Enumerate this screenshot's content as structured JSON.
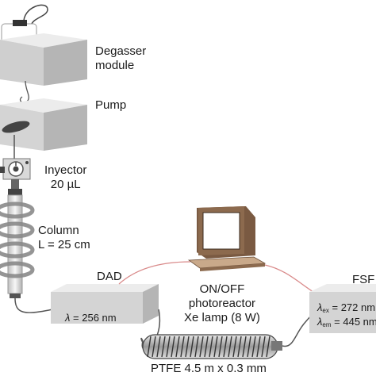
{
  "labels": {
    "degasser_line1": "Degasser",
    "degasser_line2": "module",
    "pump": "Pump",
    "injector_line1": "Inyector",
    "injector_line2": "20 µL",
    "column_line1": "Column",
    "column_line2": "L = 25 cm",
    "dad": "DAD",
    "dad_wavelength_symbol": "λ",
    "dad_wavelength_value": "= 256 nm",
    "photoreactor_line1": "ON/OFF",
    "photoreactor_line2": "photoreactor",
    "photoreactor_line3": "Xe lamp (8 W)",
    "fsf": "FSF",
    "fsf_ex_symbol": "λ",
    "fsf_ex_sub": "ex",
    "fsf_ex_value": "= 272 nm",
    "fsf_em_symbol": "λ",
    "fsf_em_sub": "em",
    "fsf_em_value": "= 445 nm",
    "ptfe_tubing": "PTFE 4.5 m x 0.3 mm"
  },
  "colors": {
    "box_front": "#d4d4d4",
    "box_top": "#ececec",
    "box_side": "#b5b5b5",
    "tubing": "#555555",
    "signal_wire": "#d98a8a",
    "monitor_screen": "#ffffff",
    "monitor_body": "#8c6a4e"
  }
}
